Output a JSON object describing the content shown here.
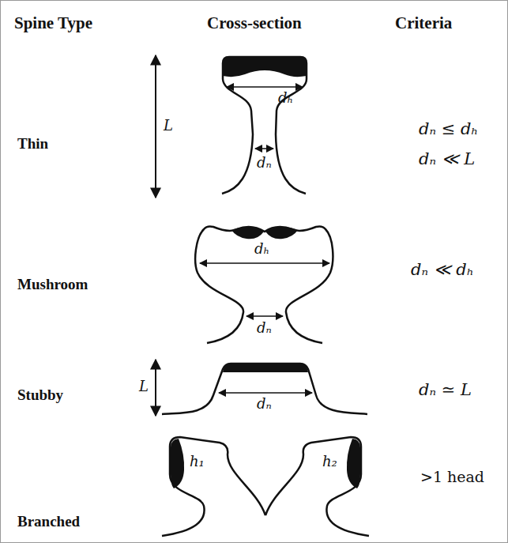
{
  "diagram": {
    "labels": [
      "Spine Type",
      "Cross-section",
      "Criteria",
      "L",
      "dₕ",
      "Thin",
      "dₙ",
      "dₙ ≤ dₕ",
      "dₙ ≪ L",
      "dₕ",
      "Mushroom",
      "dₙ ≪ dₕ",
      "dₙ",
      "L",
      "Stubby",
      "dₙ ≃ L",
      "dₙ",
      "h₁",
      "h₂",
      ">1 head",
      "Branched"
    ]
  }
}
